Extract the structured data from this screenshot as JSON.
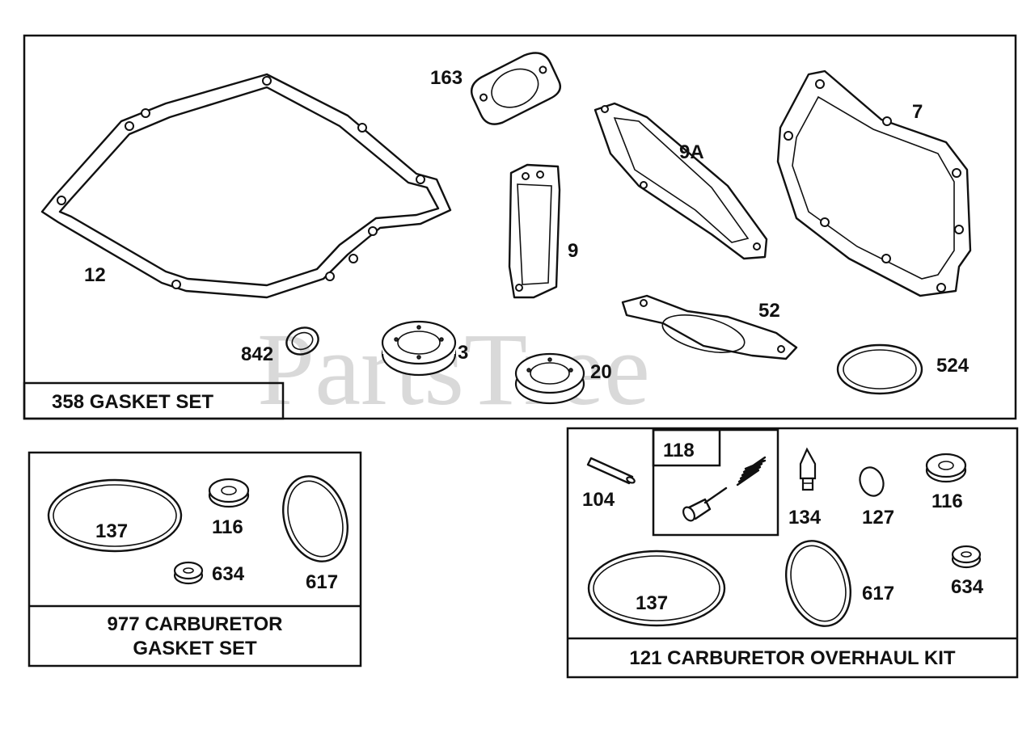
{
  "watermark": "PartsTree",
  "kits": {
    "gasket_set": {
      "title": "358 GASKET SET"
    },
    "carb_gasket_set": {
      "title_line1": "977 CARBURETOR",
      "title_line2": "GASKET SET"
    },
    "carb_overhaul_kit": {
      "title": "121 CARBURETOR OVERHAUL KIT",
      "sub_kit_label": "118"
    }
  },
  "parts": {
    "p12": "12",
    "p163": "163",
    "p9": "9",
    "p9a": "9A",
    "p7": "7",
    "p52": "52",
    "p842": "842",
    "p3": "3",
    "p20": "20",
    "p524": "524",
    "c137": "137",
    "c116": "116",
    "c617": "617",
    "c634": "634",
    "o104": "104",
    "o134": "134",
    "o127": "127",
    "o116": "116",
    "o137": "137",
    "o617": "617",
    "o634": "634"
  }
}
